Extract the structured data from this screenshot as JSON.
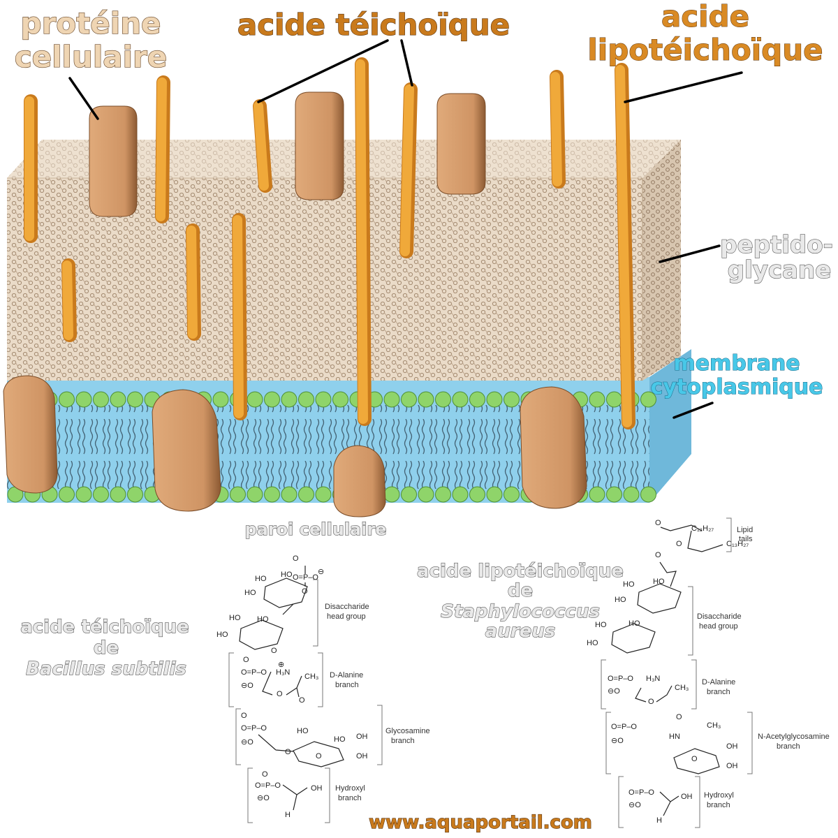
{
  "labels": {
    "protein_line1": "protéine",
    "protein_line2": "cellulaire",
    "teichoic": "acide téichoïque",
    "lipoteichoic_line1": "acide",
    "lipoteichoic_line2": "lipotéichoïque",
    "peptidoglycan_line1": "peptido-",
    "peptidoglycan_line2": "glycane",
    "membrane_line1": "membrane",
    "membrane_line2": "cytoplasmique",
    "cell_wall": "paroi cellulaire",
    "ta_line1": "acide téichoïque",
    "ta_line2": "de",
    "ta_line3": "Bacillus subtilis",
    "lta_line1": "acide lipotéichoïque",
    "lta_line2": "de",
    "lta_line3": "Staphylococcus",
    "lta_line4": "aureus",
    "website": "www.aquaportail.com"
  },
  "chem_left": {
    "disaccharide": [
      "Disaccharide",
      "head group"
    ],
    "alanine": [
      "D-Alanine",
      "branch"
    ],
    "glycosamine": [
      "Glycosamine",
      "branch"
    ],
    "hydroxyl": [
      "Hydroxyl",
      "branch"
    ]
  },
  "chem_right": {
    "lipid": [
      "Lipid",
      "tails"
    ],
    "disaccharide": [
      "Disaccharide",
      "head group"
    ],
    "alanine": [
      "D-Alanine",
      "branch"
    ],
    "nacetyl": [
      "N-Acetylglycosamine",
      "branch"
    ],
    "hydroxyl": [
      "Hydroxyl",
      "branch"
    ]
  },
  "colors": {
    "peptidoglycan": "#e6d6c2",
    "teichoic_rod": "#f0a93a",
    "protein": "#d39a6a",
    "membrane": "#8fd0ec",
    "lipid_head": "#8fd46a"
  }
}
